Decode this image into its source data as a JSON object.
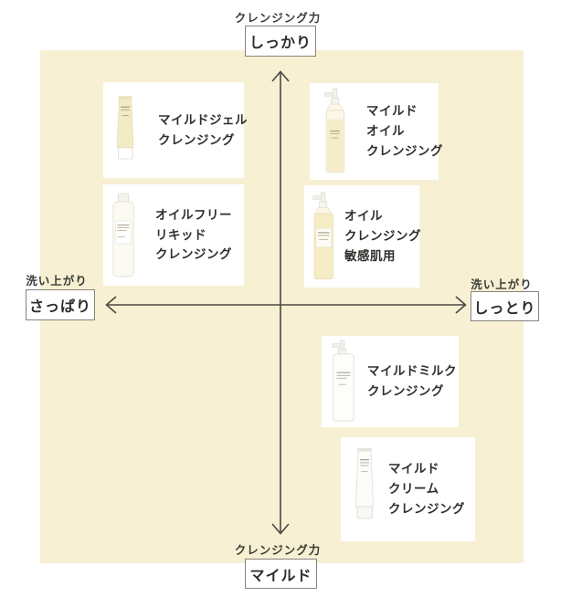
{
  "diagram": {
    "title_implied": "",
    "axes": {
      "top": {
        "axis_label": "クレンジング力",
        "end_label": "しっかり"
      },
      "bottom": {
        "axis_label": "クレンジング力",
        "end_label": "マイルド"
      },
      "left": {
        "axis_label": "洗い上がり",
        "end_label": "さっぱり"
      },
      "right": {
        "axis_label": "洗い上がり",
        "end_label": "しっとり"
      }
    },
    "products": [
      {
        "id": "mild-gel-cleansing",
        "lines": [
          "マイルドジェル",
          "クレンジング"
        ],
        "package": "yellow-tube",
        "quadrant": "top-left"
      },
      {
        "id": "oil-free-liquid-cleansing",
        "lines": [
          "オイルフリー",
          "リキッド",
          "クレンジング"
        ],
        "package": "clear-bottle",
        "quadrant": "top-left"
      },
      {
        "id": "mild-oil-cleansing",
        "lines": [
          "マイルド",
          "オイル",
          "クレンジング"
        ],
        "package": "pump-bottle-clear",
        "quadrant": "top-right"
      },
      {
        "id": "oil-cleansing-sensitive",
        "lines": [
          "オイル",
          "クレンジング",
          "敏感肌用"
        ],
        "package": "pump-bottle-yellow",
        "quadrant": "top-right"
      },
      {
        "id": "mild-milk-cleansing",
        "lines": [
          "マイルドミルク",
          "クレンジング"
        ],
        "package": "pump-bottle-white",
        "quadrant": "bottom-right"
      },
      {
        "id": "mild-cream-cleansing",
        "lines": [
          "マイルド",
          "クリーム",
          "クレンジング"
        ],
        "package": "white-tube",
        "quadrant": "bottom-right"
      }
    ],
    "colors": {
      "quadrant_background": "#f8f0d3",
      "card_background": "#ffffff",
      "axis_line": "#4a4840",
      "box_border": "#84837e",
      "text": "#2e2e2a",
      "product_yellow": "#f2ebc3"
    }
  }
}
